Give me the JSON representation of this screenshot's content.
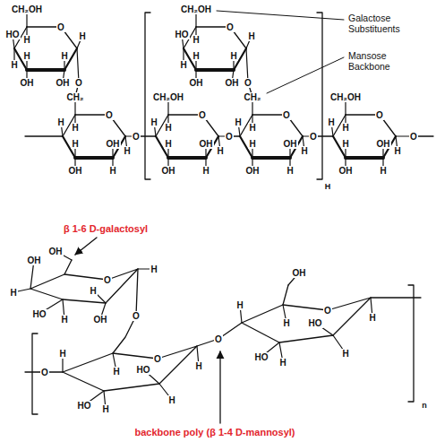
{
  "diagram": {
    "labels": [
      "Galactose Substituents",
      "Mansose Backbone",
      "CH₂OH",
      "O",
      "H",
      "HO",
      "H",
      "H",
      "OH",
      "H",
      "OH",
      "H",
      "O",
      "CH₂",
      "O",
      "H",
      "H",
      "H",
      "OH",
      "OH",
      "H",
      "H",
      "O",
      "CH₂OH",
      "O",
      "H",
      "H",
      "H",
      "OH",
      "OH",
      "H",
      "H",
      "O",
      "CH₂",
      "O",
      "H",
      "H",
      "H",
      "OH",
      "OH",
      "H",
      "H",
      "O",
      "CH₂OH",
      "O",
      "H",
      "H",
      "H",
      "OH",
      "OH",
      "H",
      "H",
      "O",
      "CH₂OH",
      "O",
      "H",
      "HO",
      "H",
      "H",
      "OH",
      "H",
      "OH",
      "H",
      "O",
      "H",
      "β 1-6 D-galactosyl",
      "OH",
      "OH",
      "H",
      "HO",
      "H",
      "H",
      "OH",
      "O",
      "H",
      "O",
      "O",
      "H",
      "HO",
      "H",
      "HO",
      "H",
      "O",
      "H",
      "H",
      "O",
      "OH",
      "H",
      "HO",
      "H",
      "HO",
      "H",
      "O",
      "H",
      "H",
      "n",
      "backbone poly (β 1-4 D-mannosyl)"
    ]
  }
}
